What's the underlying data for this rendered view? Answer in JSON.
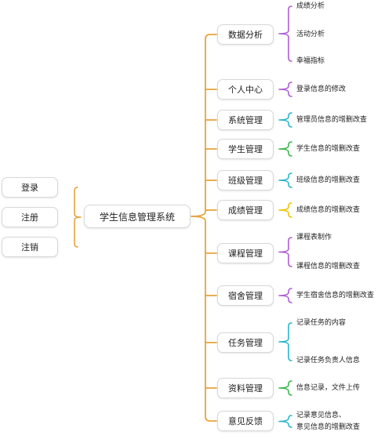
{
  "colors": {
    "main_connector": "#e8a33d",
    "purple": "#b05cd8",
    "teal": "#29b6cf",
    "green": "#3ab84a",
    "yellow": "#f2c200"
  },
  "root": {
    "label": "学生信息管理系统"
  },
  "left_nodes": [
    {
      "label": "登录"
    },
    {
      "label": "注册"
    },
    {
      "label": "注销"
    }
  ],
  "modules": [
    {
      "label": "数据分析",
      "color": "purple",
      "items": [
        "成绩分析",
        "活动分析",
        "幸福指标"
      ]
    },
    {
      "label": "个人中心",
      "color": "purple",
      "items": [
        "登录信息的修改"
      ]
    },
    {
      "label": "系统管理",
      "color": "teal",
      "items": [
        "管理员信息的增删改查"
      ]
    },
    {
      "label": "学生管理",
      "color": "green",
      "items": [
        "学生信息的增删改查"
      ]
    },
    {
      "label": "班级管理",
      "color": "teal",
      "items": [
        "班级信息的增删改查"
      ]
    },
    {
      "label": "成绩管理",
      "color": "yellow",
      "items": [
        "成绩信息的增删改查"
      ]
    },
    {
      "label": "课程管理",
      "color": "purple",
      "items": [
        "课程表制作",
        "课程信息的增删改查"
      ]
    },
    {
      "label": "宿舍管理",
      "color": "purple",
      "items": [
        "学生宿舍信息的增删改查"
      ]
    },
    {
      "label": "任务管理",
      "color": "teal",
      "items": [
        "记录任务的内容",
        "记录任务负责人信息"
      ]
    },
    {
      "label": "资料管理",
      "color": "green",
      "items": [
        "信息记录，文件上传"
      ]
    },
    {
      "label": "意见反馈",
      "color": "teal",
      "items": [
        "记录意见信息、",
        "意见信息的增删改查"
      ]
    }
  ]
}
